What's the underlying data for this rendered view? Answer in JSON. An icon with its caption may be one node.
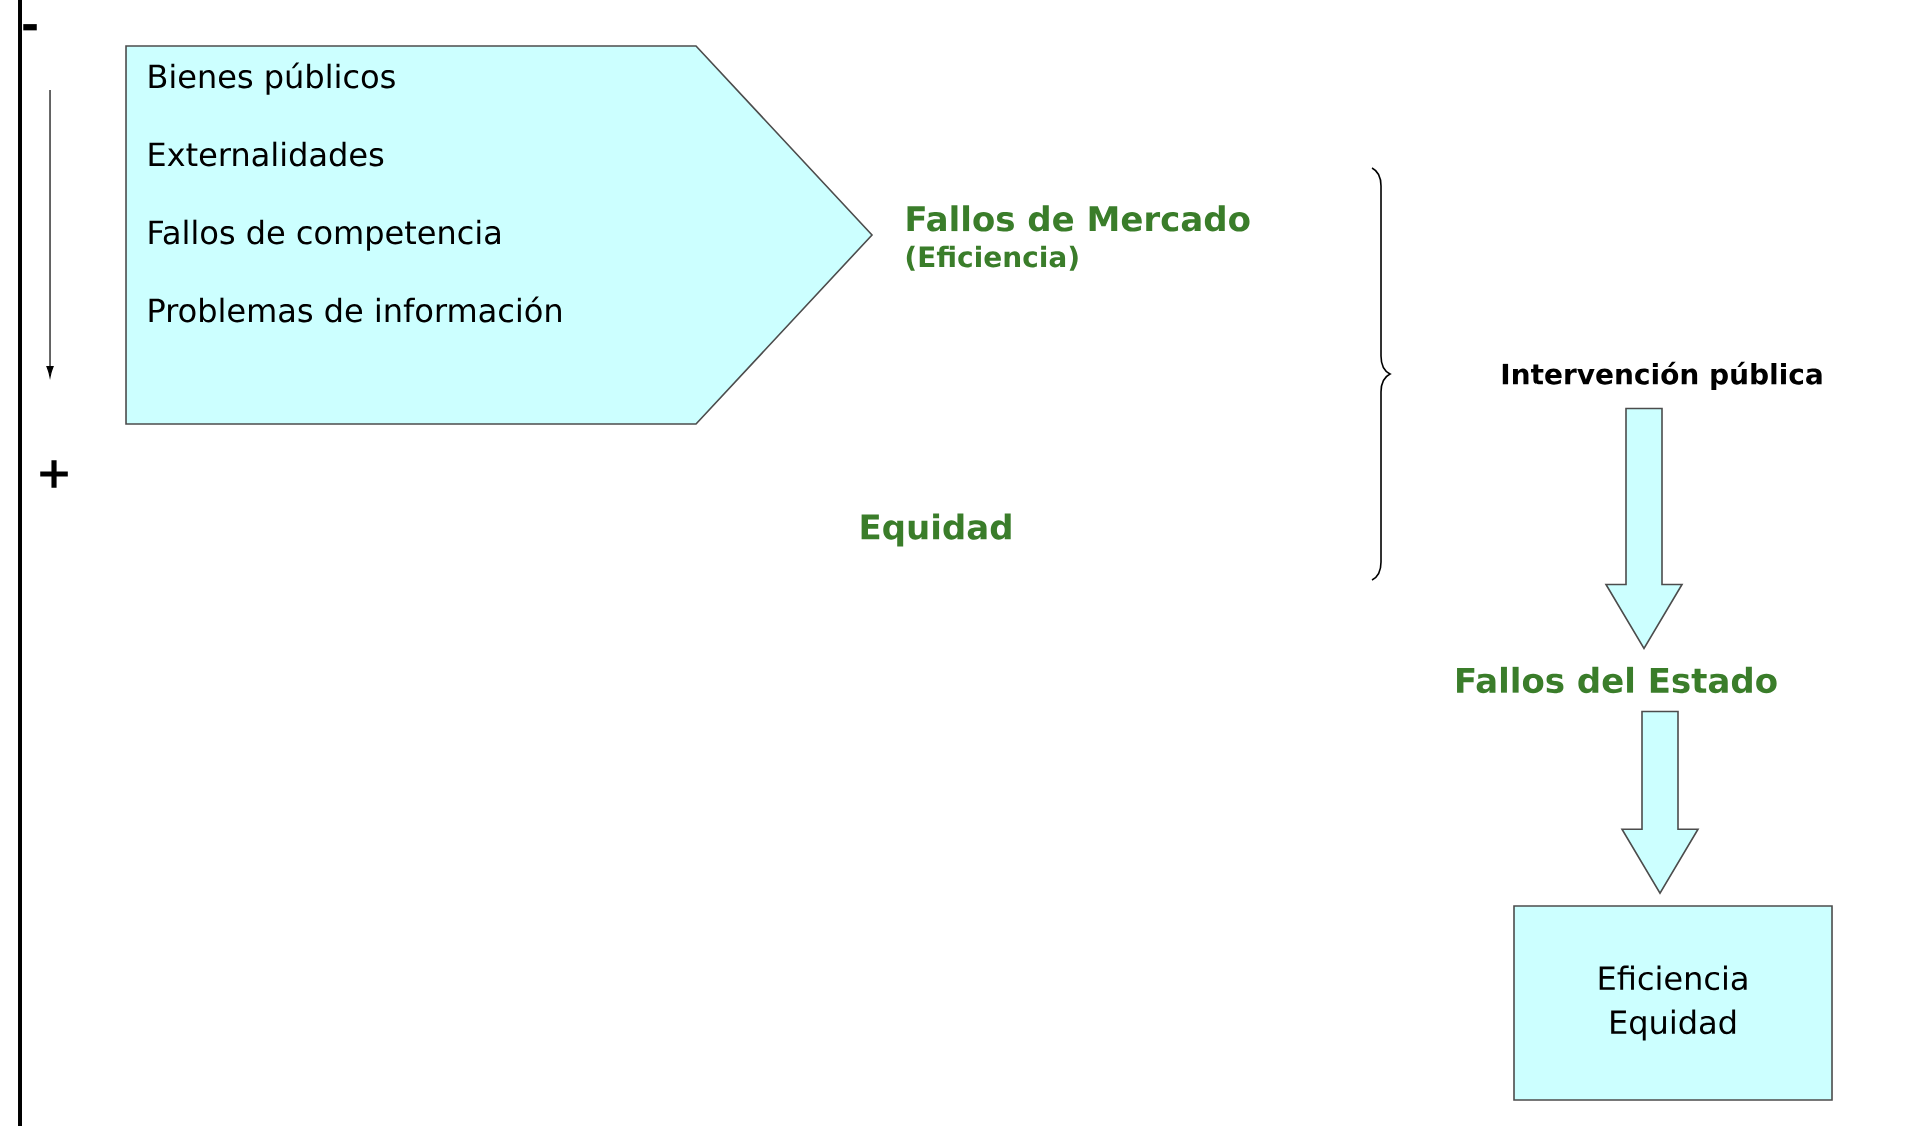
{
  "diagram": {
    "nodes": [
      {
        "text": [
          "Bienes públicos",
          "Externalidades",
          "Fallos de competencia",
          "Problemas de información"
        ]
      },
      {
        "text": [
          "Fallos de Mercado",
          "(Eficiencia)"
        ]
      },
      {
        "text": [
          "Equidad"
        ]
      },
      {
        "text": [
          "Intervención pública"
        ]
      },
      {
        "text": [
          "Fallos del Estado"
        ]
      },
      {
        "text": [
          "Eficiencia",
          "Equidad"
        ]
      }
    ],
    "edges": [
      {
        "from": 3,
        "to": 4,
        "arrow": "to"
      },
      {
        "from": 4,
        "to": 5,
        "arrow": "to"
      }
    ],
    "labels": [
      "-",
      "+"
    ]
  }
}
